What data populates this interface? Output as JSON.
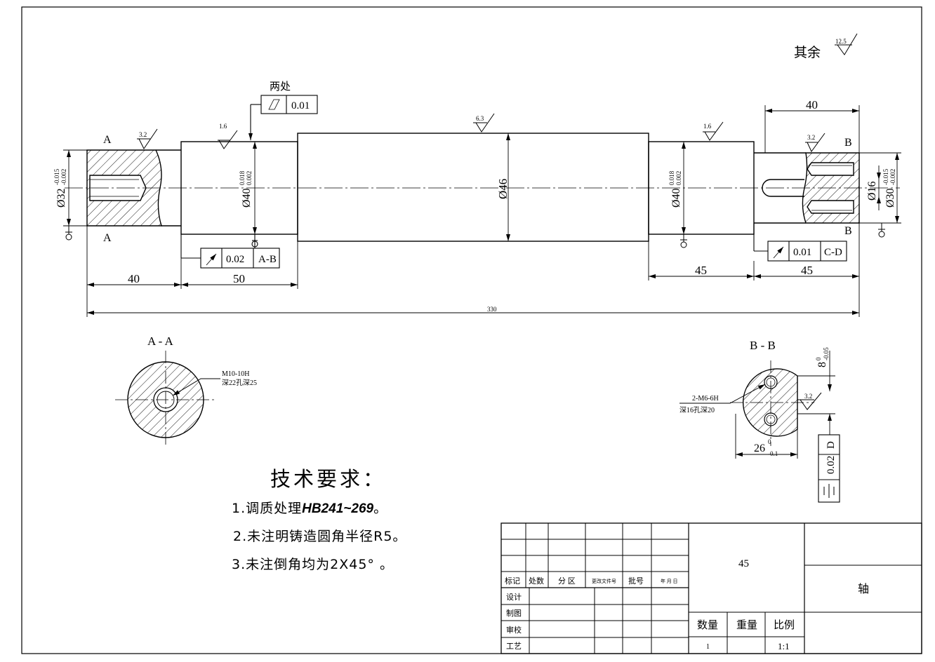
{
  "surface_note": {
    "label": "其余",
    "roughness": "12.5"
  },
  "roughness": {
    "left_end": "3.2",
    "left_journal": "1.6",
    "center_body": "6.3",
    "right_journal": "1.6",
    "right_end": "3.2",
    "keyway_side": "3.2"
  },
  "tolerance_frames": {
    "top": {
      "label": "两处",
      "value": "0.01"
    },
    "left": {
      "value": "0.02",
      "datum": "A-B"
    },
    "right": {
      "value": "0.01",
      "datum": "C-D"
    },
    "keyway": {
      "value": "0.02",
      "datum": "D"
    }
  },
  "section_marks": {
    "a": "A",
    "b": "B"
  },
  "diameters": {
    "left_end": {
      "nominal": "Ø32",
      "upper": "-0.015",
      "lower": "-0.002"
    },
    "left_journal": {
      "nominal": "Ø40",
      "upper": "0.018",
      "lower": "0.002"
    },
    "center": {
      "nominal": "Ø46"
    },
    "right_journal": {
      "nominal": "Ø40",
      "upper": "0.018",
      "lower": "0.002"
    },
    "right_end": {
      "nominal": "Ø30",
      "upper": "-0.015",
      "lower": "-0.002"
    },
    "keyway": {
      "nominal": "Ø16"
    }
  },
  "lengths": {
    "left_end": "40",
    "left_journal": "50",
    "right_journal": "45",
    "right_end": "45",
    "right_top": "40",
    "total": "330"
  },
  "section_aa": {
    "title": "A - A",
    "thread": "M10-10H",
    "depth": "深22孔深25"
  },
  "section_bb": {
    "title": "B - B",
    "thread": "2-M6-6H",
    "depth": "深16孔深20",
    "width": "26",
    "width_upper": "0",
    "width_lower": "-0.1",
    "key": "8",
    "key_upper": "0",
    "key_lower": "-0.05"
  },
  "requirements": {
    "title": "技术要求：",
    "items": [
      {
        "prefix": "1.调质处理",
        "em": "HB241~269",
        "suffix": "。"
      },
      {
        "prefix": "2.未注明铸造圆角半径R5。",
        "em": "",
        "suffix": ""
      },
      {
        "prefix": "3.未注倒角均为2X45°  。",
        "em": "",
        "suffix": ""
      }
    ]
  },
  "title_block": {
    "header": [
      "标记",
      "处数",
      "分 区",
      "更改文件号",
      "批号",
      "年 月 日"
    ],
    "roles": [
      "设计",
      "制图",
      "审校",
      "工艺"
    ],
    "material": "45",
    "part_name": "轴",
    "quantity_label": "数量",
    "weight_label": "重量",
    "scale_label": "比例",
    "quantity": "1",
    "scale": "1:1"
  }
}
